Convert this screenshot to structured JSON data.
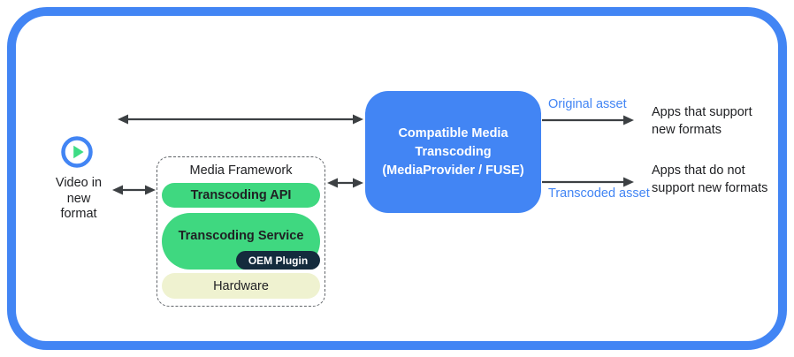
{
  "source": {
    "label": "Video in\nnew\nformat"
  },
  "framework": {
    "title": "Media Framework",
    "layers": [
      {
        "label": "Transcoding API"
      },
      {
        "label": "Transcoding Service",
        "sublabel": "OEM Plugin"
      },
      {
        "label": "Hardware"
      }
    ]
  },
  "transcoder": {
    "label": "Compatible Media\nTranscoding\n(MediaProvider / FUSE)"
  },
  "outputs": [
    {
      "asset": "Original asset",
      "target": "Apps that support\nnew formats"
    },
    {
      "asset": "Transcoded asset",
      "target": "Apps that do not\nsupport new formats"
    }
  ],
  "icons": {
    "play": "play-icon"
  },
  "colors": {
    "accent_blue": "#4285F4",
    "pill_green": "#3FD880",
    "oem_navy": "#142B3D",
    "hardware_cream": "#EFF2D0",
    "arrow_gray": "#3C4043",
    "asset_label_blue": "#4285F4",
    "text_dark": "#202124"
  }
}
